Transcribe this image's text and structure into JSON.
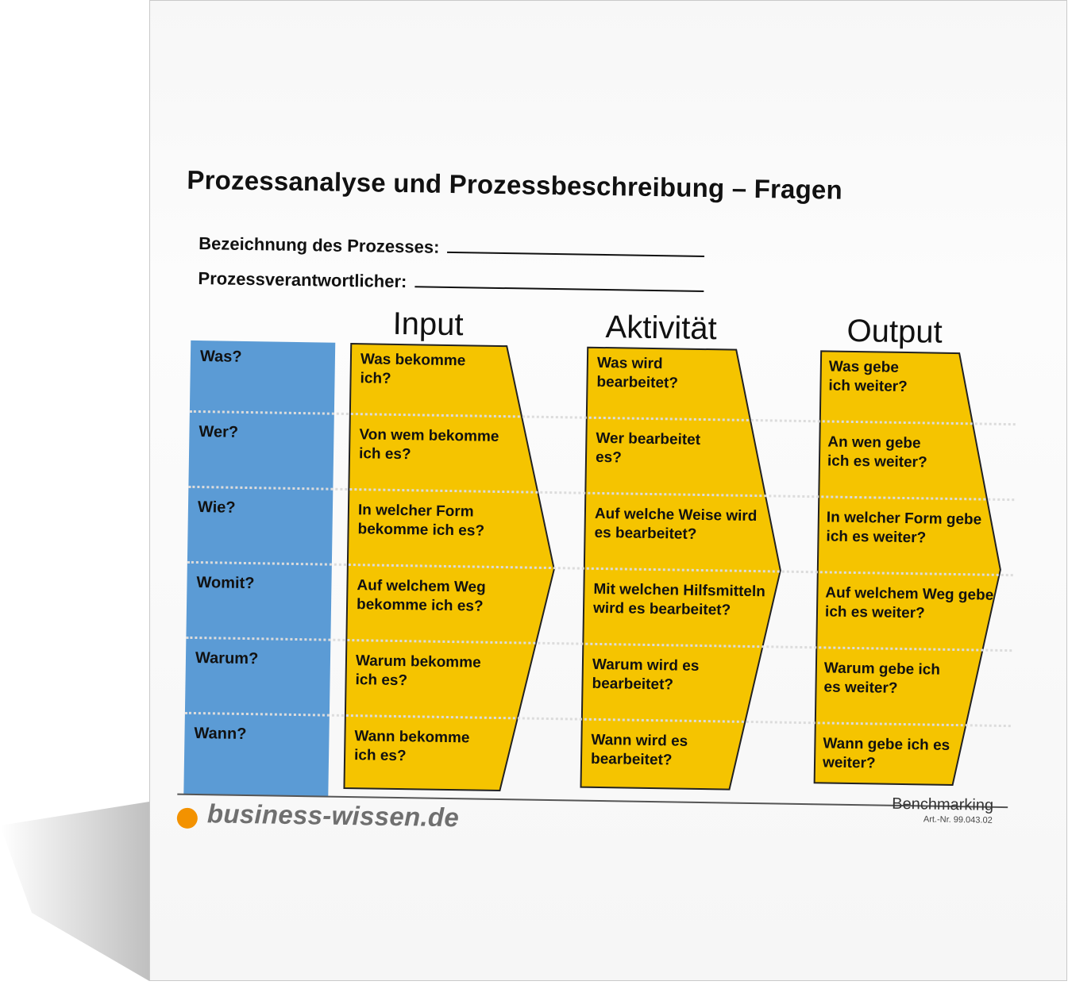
{
  "document": {
    "title": "Prozessanalyse und Prozessbeschreibung – Fragen",
    "fields": [
      {
        "label": "Bezeichnung des Prozesses:"
      },
      {
        "label": "Prozessverantwortlicher:"
      }
    ]
  },
  "columns": {
    "headings": [
      "Input",
      "Aktivität",
      "Output"
    ]
  },
  "rows": [
    {
      "question": "Was?",
      "input": "Was bekomme\nich?",
      "activity": "Was wird\nbearbeitet?",
      "output": "Was gebe\nich weiter?"
    },
    {
      "question": "Wer?",
      "input": "Von wem bekomme\nich es?",
      "activity": "Wer bearbeitet\nes?",
      "output": "An wen gebe\nich es weiter?"
    },
    {
      "question": "Wie?",
      "input": "In welcher Form\nbekomme ich es?",
      "activity": "Auf welche Weise wird\nes bearbeitet?",
      "output": "In welcher Form gebe\nich es weiter?"
    },
    {
      "question": "Womit?",
      "input": "Auf welchem Weg\nbekomme ich es?",
      "activity": "Mit welchen Hilfsmitteln\nwird es bearbeitet?",
      "output": "Auf welchem Weg gebe\nich es weiter?"
    },
    {
      "question": "Warum?",
      "input": "Warum bekomme\nich es?",
      "activity": "Warum wird es\nbearbeitet?",
      "output": "Warum gebe ich\nes weiter?"
    },
    {
      "question": "Wann?",
      "input": "Wann bekomme\nich es?",
      "activity": "Wann wird es\nbearbeitet?",
      "output": "Wann gebe ich es\nweiter?"
    }
  ],
  "footer": {
    "logo_text": "business-wissen.de",
    "category": "Benchmarking",
    "article_number": "Art.-Nr. 99.043.02"
  },
  "colors": {
    "question_column": "#5b9bd5",
    "chevron_fill": "#f5c400",
    "logo_dot": "#f39200"
  }
}
